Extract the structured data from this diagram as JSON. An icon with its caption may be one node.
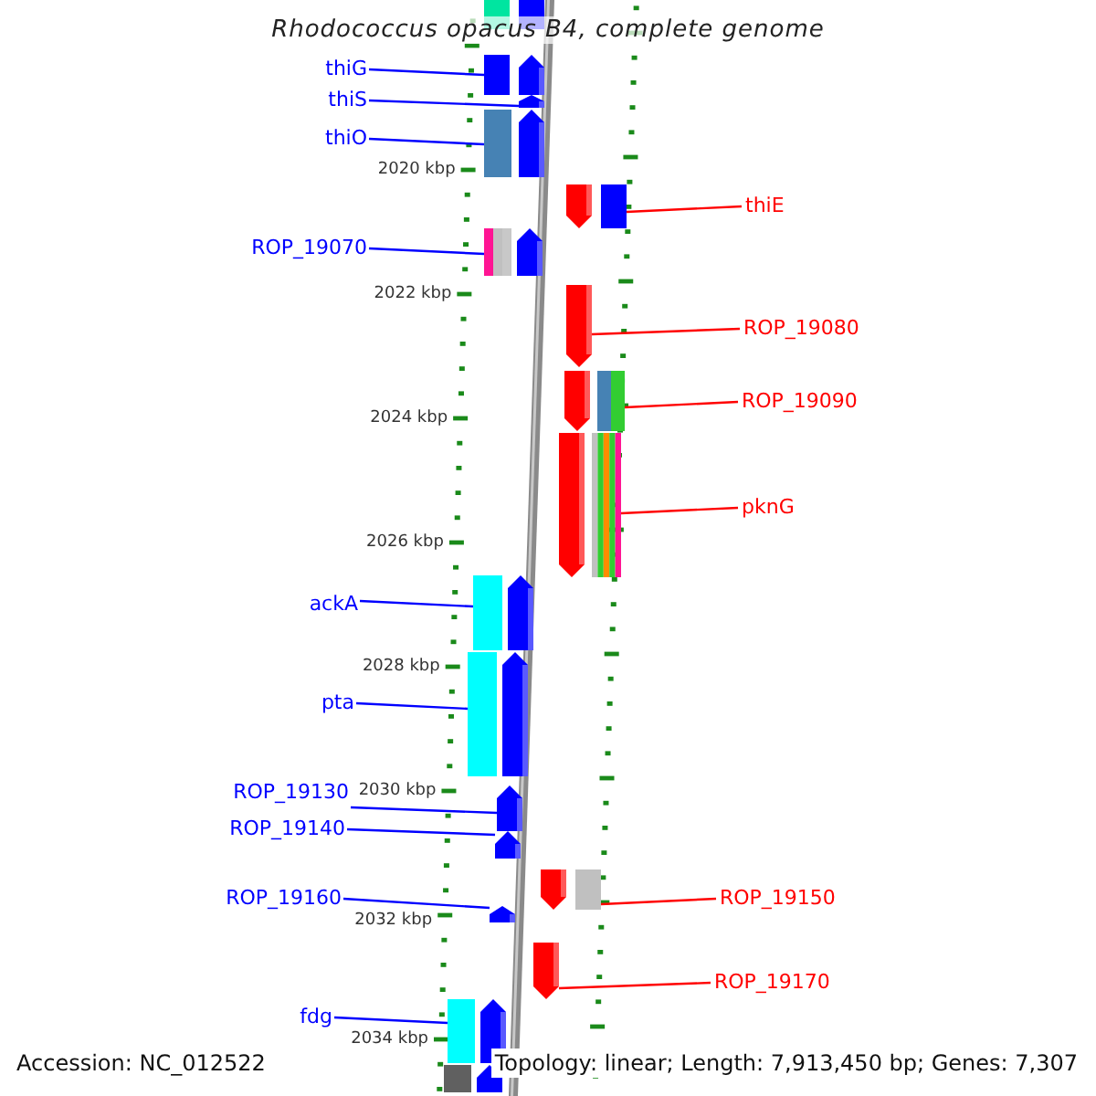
{
  "diagram": {
    "title": "Rhodococcus opacus B4, complete genome",
    "nodes": [
      {
        "text": [
          "thiG"
        ]
      },
      {
        "text": [],
        "shape": "bar"
      },
      {
        "text": [
          "thiS"
        ]
      },
      {
        "text": [],
        "shape": "bar"
      },
      {
        "text": [
          "thiO"
        ]
      },
      {
        "text": [],
        "shape": "bar"
      },
      {
        "text": [
          "ROP_19070"
        ]
      },
      {
        "text": [],
        "shape": "bar"
      },
      {
        "text": [
          "thiE"
        ]
      },
      {
        "text": [],
        "shape": "bar"
      },
      {
        "text": [
          "ROP_19080"
        ]
      },
      {
        "text": [],
        "shape": "bar"
      },
      {
        "text": [
          "ROP_19090"
        ]
      },
      {
        "text": [],
        "shape": "bar"
      },
      {
        "text": [
          "pknG"
        ]
      },
      {
        "text": [],
        "shape": "bar"
      },
      {
        "text": [
          "ackA"
        ]
      },
      {
        "text": [],
        "shape": "bar"
      },
      {
        "text": [
          "pta"
        ]
      },
      {
        "text": [],
        "shape": "bar"
      },
      {
        "text": [
          "ROP_19130"
        ]
      },
      {
        "text": [],
        "shape": "bar"
      },
      {
        "text": [
          "ROP_19140"
        ]
      },
      {
        "text": [],
        "shape": "bar"
      },
      {
        "text": [
          "ROP_19150"
        ]
      },
      {
        "text": [],
        "shape": "bar"
      },
      {
        "text": [
          "ROP_19160"
        ]
      },
      {
        "text": [],
        "shape": "bar"
      },
      {
        "text": [
          "ROP_19170"
        ]
      },
      {
        "text": [],
        "shape": "bar"
      },
      {
        "text": [
          "fdg"
        ]
      },
      {
        "text": [],
        "shape": "bar"
      }
    ],
    "edges": [
      {
        "from": 0,
        "to": 1,
        "arrow": "none",
        "color": "#0000ff"
      },
      {
        "from": 2,
        "to": 3,
        "arrow": "none",
        "color": "#0000ff"
      },
      {
        "from": 4,
        "to": 5,
        "arrow": "none",
        "color": "#0000ff"
      },
      {
        "from": 6,
        "to": 7,
        "arrow": "none",
        "color": "#0000ff"
      },
      {
        "from": 8,
        "to": 9,
        "arrow": "none",
        "color": "#ff0000"
      },
      {
        "from": 10,
        "to": 11,
        "arrow": "none",
        "color": "#ff0000"
      },
      {
        "from": 12,
        "to": 13,
        "arrow": "none",
        "color": "#ff0000"
      },
      {
        "from": 14,
        "to": 15,
        "arrow": "none",
        "color": "#ff0000"
      },
      {
        "from": 16,
        "to": 17,
        "arrow": "none",
        "color": "#0000ff"
      },
      {
        "from": 18,
        "to": 19,
        "arrow": "none",
        "color": "#0000ff"
      },
      {
        "from": 20,
        "to": 21,
        "arrow": "none",
        "color": "#0000ff"
      },
      {
        "from": 22,
        "to": 23,
        "arrow": "none",
        "color": "#0000ff"
      },
      {
        "from": 24,
        "to": 25,
        "arrow": "none",
        "color": "#ff0000"
      },
      {
        "from": 26,
        "to": 27,
        "arrow": "none",
        "color": "#0000ff"
      },
      {
        "from": 28,
        "to": 29,
        "arrow": "none",
        "color": "#ff0000"
      },
      {
        "from": 30,
        "to": 31,
        "arrow": "none",
        "color": "#0000ff"
      }
    ],
    "labels": [
      "2020 kbp",
      "2022 kbp",
      "2024 kbp",
      "2026 kbp",
      "2028 kbp",
      "2030 kbp",
      "2032 kbp",
      "2034 kbp",
      "Accession: NC_012522",
      "Topology: linear; Length: 7,913,450 bp; Genes: 7,307"
    ]
  }
}
